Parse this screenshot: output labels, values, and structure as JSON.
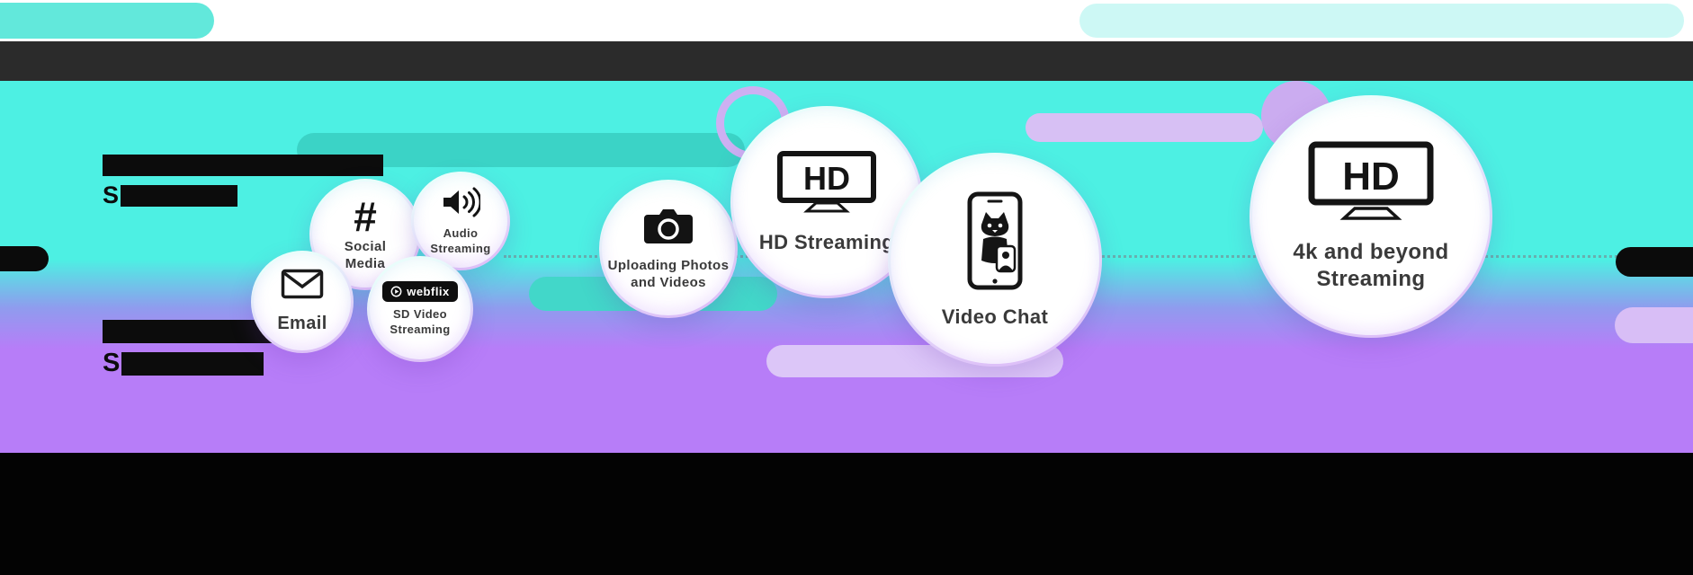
{
  "palette": {
    "cyan_background": "#4df0e3",
    "purple_background": "#b77df8",
    "header_band": "#2b2b2b",
    "footer_band": "#030303",
    "teal_pill": "#3bd3c6",
    "lavender_pill": "#d7c0f4",
    "label_text": "#3a3a3a"
  },
  "bubbles": [
    {
      "label": "Email",
      "icon": "envelope-icon"
    },
    {
      "label": "Social Media",
      "icon": "hashtag-icon",
      "icon_glyph": "#"
    },
    {
      "label": "Audio Streaming",
      "icon": "speaker-icon"
    },
    {
      "label": "SD Video Streaming",
      "icon": "webflix-badge-icon",
      "badge_text": "webflix"
    },
    {
      "label": "Uploading Photos and Videos",
      "icon": "camera-icon"
    },
    {
      "label": "HD Streaming",
      "icon": "tv-hd-icon",
      "icon_text": "HD"
    },
    {
      "label": "Video Chat",
      "icon": "video-call-cat-icon"
    },
    {
      "label": "4k and beyond Streaming",
      "icon": "tv-hd-icon",
      "icon_text": "HD"
    }
  ],
  "redacted_text": {
    "block1": {
      "line2_prefix": "S"
    },
    "block2": {
      "line2_prefix": "S"
    }
  }
}
